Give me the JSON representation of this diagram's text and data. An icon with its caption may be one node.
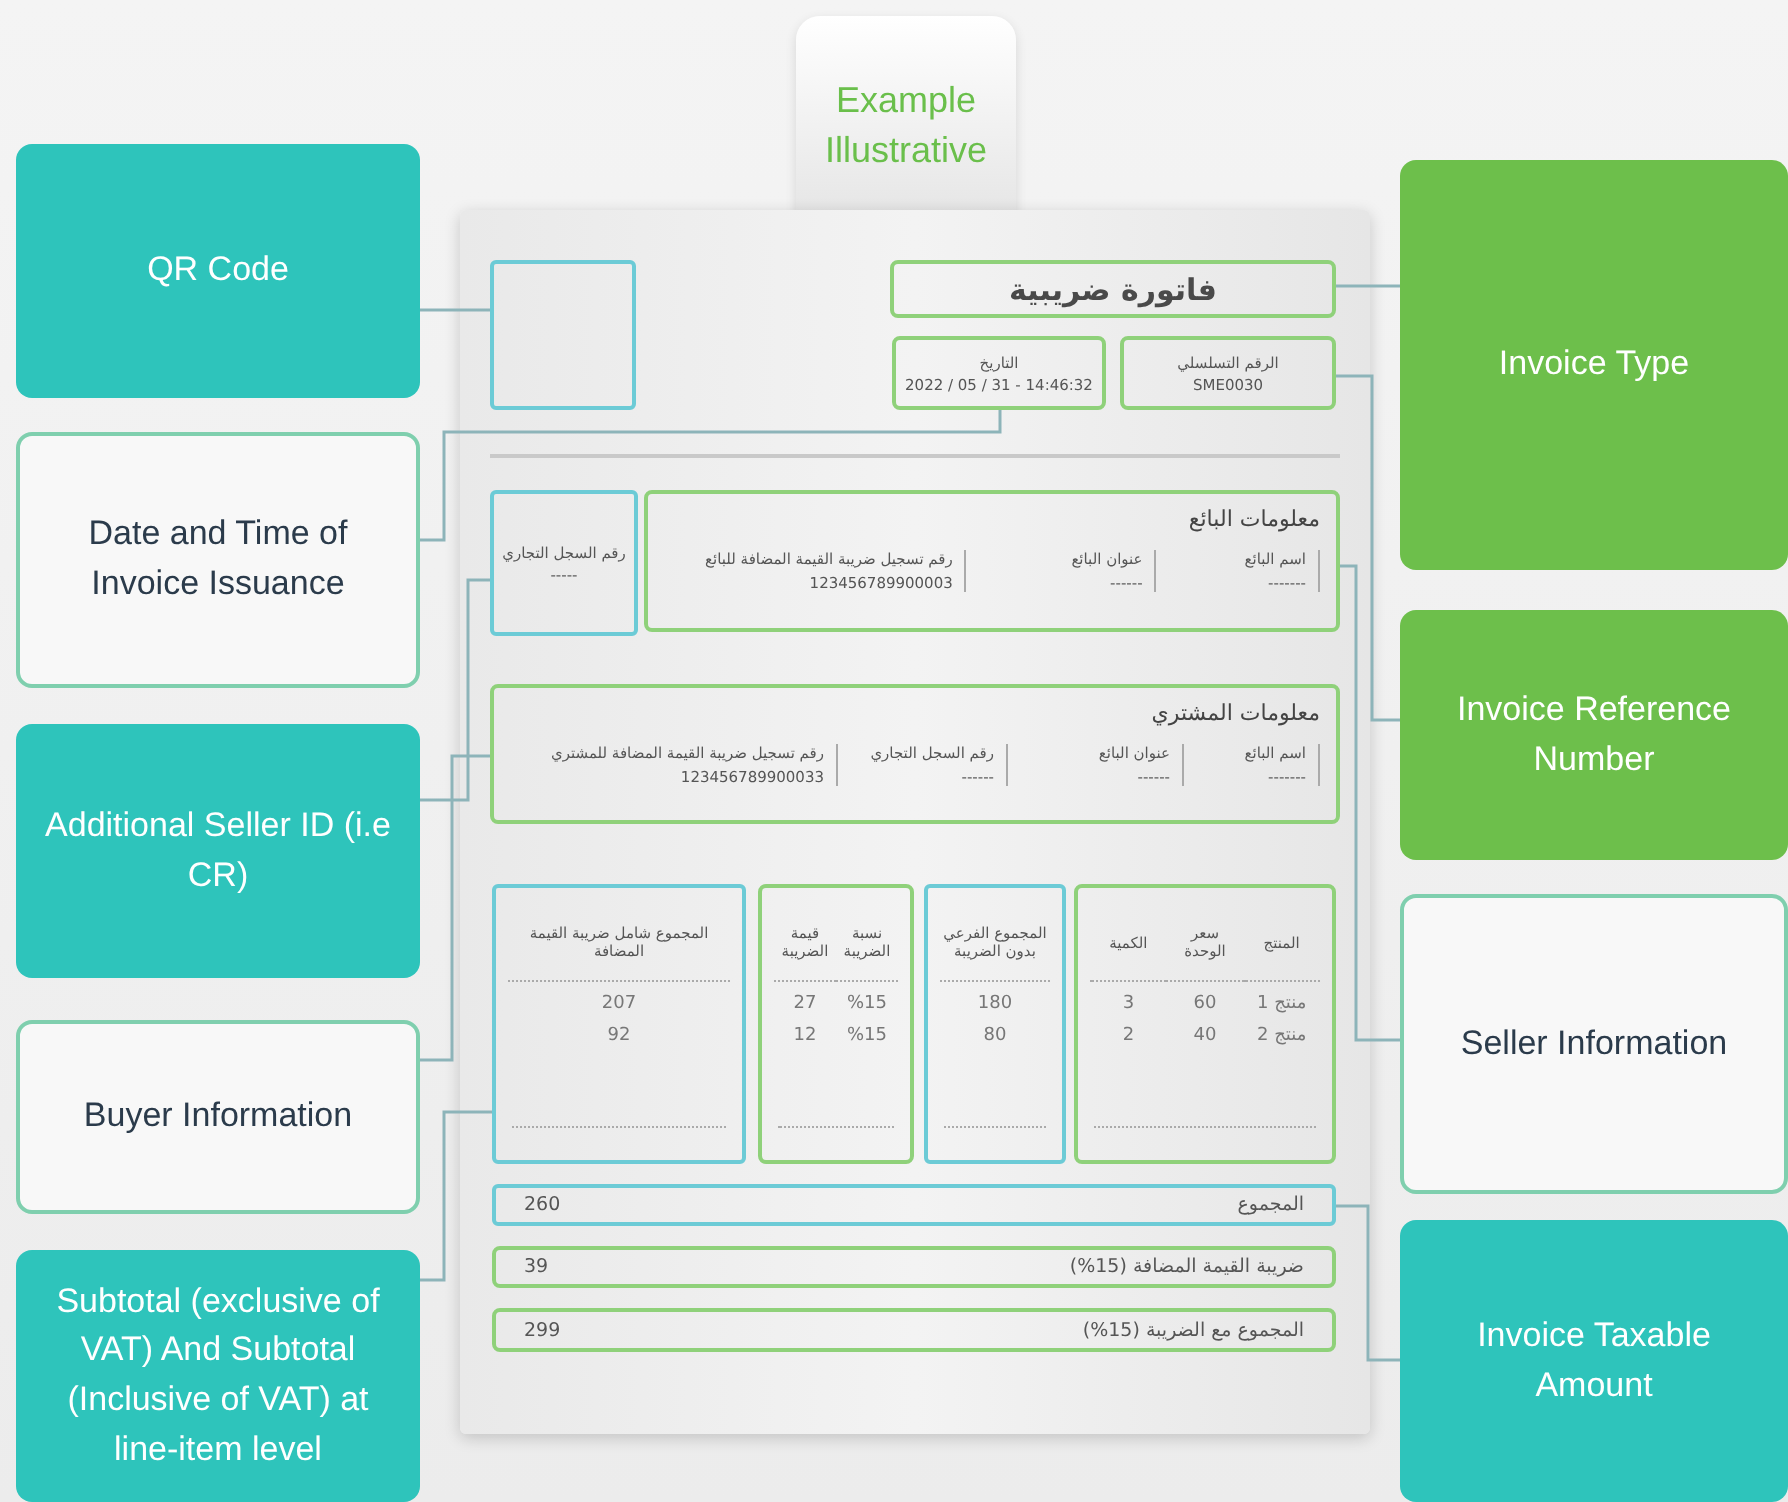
{
  "diagram": {
    "nodes": [
      {
        "text": [
          "Example Illustrative"
        ]
      },
      {
        "text": [
          "QR Code"
        ]
      },
      {
        "text": [
          "Date and Time of Invoice Issuance"
        ]
      },
      {
        "text": [
          "Additional Seller ID (i.e CR)"
        ]
      },
      {
        "text": [
          "Buyer Information"
        ]
      },
      {
        "text": [
          "Subtotal (exclusive of VAT) And Subtotal (Inclusive of VAT) at line-item level"
        ]
      },
      {
        "text": [
          "Invoice Type"
        ]
      },
      {
        "text": [
          "Invoice Reference Number"
        ]
      },
      {
        "text": [
          "Seller Information"
        ]
      },
      {
        "text": [
          "Invoice Taxable Amount"
        ]
      },
      {
        "text": [],
        "shape": "box"
      },
      {
        "text": [],
        "shape": "box",
        "in": 10
      },
      {
        "text": [
          "فاتورة ضريبية"
        ],
        "in": 10
      },
      {
        "text": [
          "التاريخ",
          "2022 / 05 / 31 - 14:46:32"
        ],
        "in": 10
      },
      {
        "text": [
          "الرقم التسلسلي",
          "SME0030"
        ],
        "in": 10
      },
      {
        "text": [
          "رقم السجل التجاري",
          "-----"
        ],
        "in": 10
      },
      {
        "text": [
          "معلومات البائع",
          "اسم البائع",
          "-------",
          "عنوان البائع",
          "------",
          "رقم تسجيل ضريبة القيمة المضافة للبائع",
          "123456789900003"
        ],
        "in": 10
      },
      {
        "text": [
          "معلومات المشتري",
          "اسم البائع",
          "-------",
          "عنوان البائع",
          "------",
          "رقم السجل التجاري",
          "------",
          "رقم تسجيل ضريبة القيمة المضافة للمشتري",
          "123456789900033"
        ],
        "in": 10
      },
      {
        "text": [
          "المنتج",
          "سعر الوحدة",
          "الكمية",
          "منتج 1",
          "60",
          "3",
          "منتج 2",
          "40",
          "2"
        ],
        "in": 10
      },
      {
        "text": [
          "المجموع الفرعي بدون الضريبة",
          "180",
          "80"
        ],
        "in": 10
      },
      {
        "text": [
          "نسبة الضريبة",
          "قيمة الضريبة",
          "%15",
          "27",
          "%15",
          "12"
        ],
        "in": 10
      },
      {
        "text": [
          "المجموع شامل ضريبة القيمة المضافة",
          "207",
          "92"
        ],
        "in": 10
      },
      {
        "text": [
          "المجموع",
          "260"
        ],
        "in": 10
      },
      {
        "text": [
          "ضريبة القيمة المضافة (15%)",
          "39"
        ],
        "in": 10
      },
      {
        "text": [
          "المجموع مع الضريبة (15%)",
          "299"
        ],
        "in": 10
      }
    ],
    "edges": [
      {
        "from": 1,
        "to": 11,
        "arrow": "none"
      },
      {
        "from": 2,
        "to": 13,
        "arrow": "none"
      },
      {
        "from": 3,
        "to": 15,
        "arrow": "none"
      },
      {
        "from": 4,
        "to": 17,
        "arrow": "none"
      },
      {
        "from": 5,
        "to": 21,
        "arrow": "none"
      },
      {
        "from": 6,
        "to": 12,
        "arrow": "none"
      },
      {
        "from": 7,
        "to": 14,
        "arrow": "none"
      },
      {
        "from": 8,
        "to": 16,
        "arrow": "none"
      },
      {
        "from": 9,
        "to": 22,
        "arrow": "none"
      }
    ]
  }
}
